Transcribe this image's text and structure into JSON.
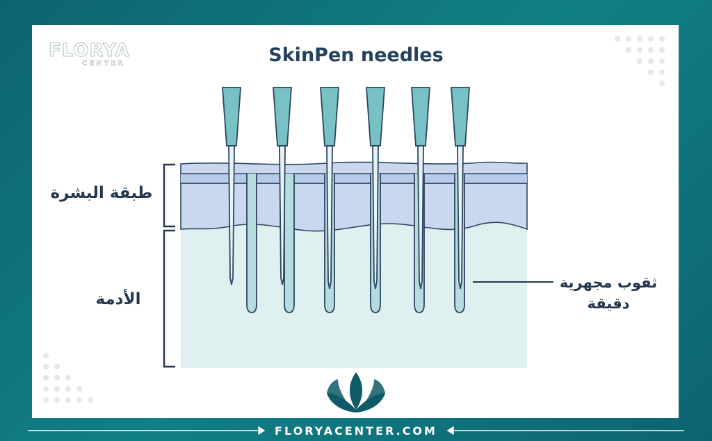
{
  "title": "SkinPen needles",
  "labels": {
    "epidermis": "طبقة البشرة",
    "dermis": "الأدمة",
    "micro_holes_line1": "ثقوب مجهرية",
    "micro_holes_line2": "دقيقة"
  },
  "logo": {
    "main": "FLORYA",
    "sub": "CENTER",
    "icon": "lotus-logo-icon"
  },
  "footer": {
    "url": "FLORYACENTER.COM"
  },
  "colors": {
    "frame": "#0e6f78",
    "card": "#ffffff",
    "title": "#254160",
    "epidermis": "#c9d8ef",
    "dermis": "#def0f0",
    "needle": "#78c2c6",
    "outline": "#2c4560",
    "logo": "#0e5a66"
  }
}
